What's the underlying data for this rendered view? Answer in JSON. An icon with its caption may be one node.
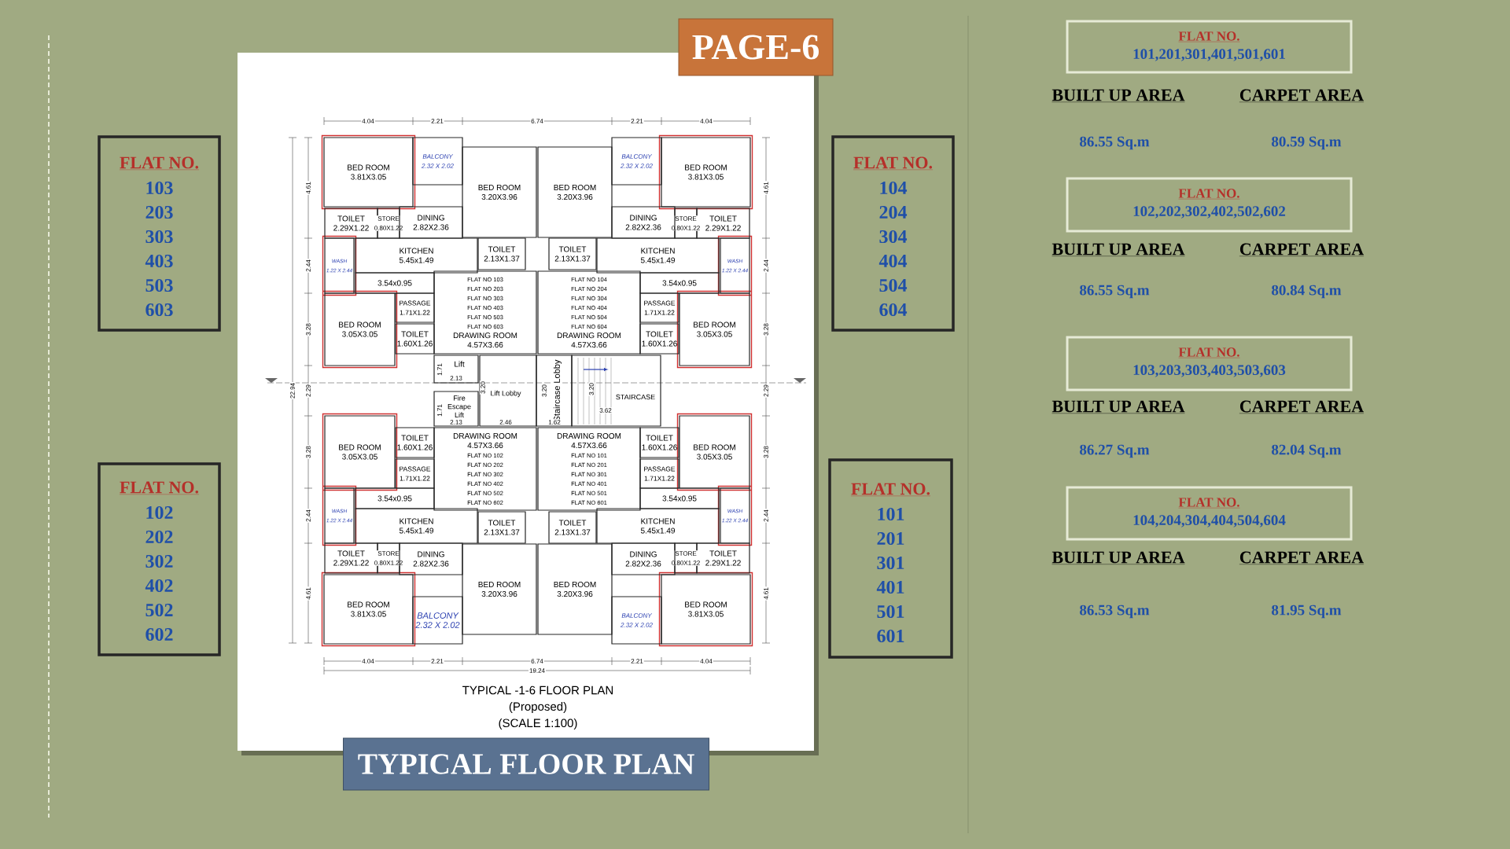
{
  "diagram": {
    "title": "TYPICAL FLOOR PLAN",
    "nodes": [
      {
        "text": [
          "FLAT NO.",
          "103",
          "203",
          "303",
          "403",
          "503",
          "603"
        ]
      },
      {
        "text": [
          "FLAT NO.",
          "102",
          "202",
          "302",
          "402",
          "502",
          "602"
        ]
      },
      {
        "text": [
          "FLAT NO.",
          "104",
          "204",
          "304",
          "404",
          "504",
          "604"
        ]
      },
      {
        "text": [
          "FLAT NO.",
          "101",
          "201",
          "301",
          "401",
          "501",
          "601"
        ]
      },
      {
        "text": [
          "FLAT NO.",
          "101,201,301,401,501,601"
        ],
        "beside": [
          "BUILT UP AREA",
          "CARPET AREA",
          "86.55 Sq.m",
          "80.59 Sq.m"
        ]
      },
      {
        "text": [
          "FLAT NO.",
          "102,202,302,402,502,602"
        ],
        "beside": [
          "BUILT UP AREA",
          "CARPET AREA",
          "86.55 Sq.m",
          "80.84 Sq.m"
        ]
      },
      {
        "text": [
          "FLAT NO.",
          "103,203,303,403,503,603"
        ],
        "beside": [
          "BUILT UP AREA",
          "CARPET AREA",
          "86.27 Sq.m",
          "82.04 Sq.m"
        ]
      },
      {
        "text": [
          "FLAT NO.",
          "104,204,304,404,504,604"
        ],
        "beside": [
          "BUILT UP AREA",
          "CARPET AREA",
          "86.53 Sq.m",
          "81.95 Sq.m"
        ]
      },
      {
        "text": [
          "BED ROOM",
          "3.81X3.05"
        ]
      },
      {
        "text": [
          "BALCONY",
          "2.32 X 2.02"
        ]
      },
      {
        "text": [
          "BED ROOM",
          "3.20X3.96"
        ]
      },
      {
        "text": [
          "TOILET",
          "2.29X1.22"
        ]
      },
      {
        "text": [
          "STORE",
          "0.80X1.22"
        ]
      },
      {
        "text": [
          "DINING",
          "2.82X2.36"
        ]
      },
      {
        "text": [
          "WASH",
          "1.22 X 2.44"
        ]
      },
      {
        "text": [
          "KITCHEN",
          "5.45x1.49"
        ]
      },
      {
        "text": [
          "TOILET",
          "2.13X1.37"
        ]
      },
      {
        "text": [
          "3.54x0.95"
        ]
      },
      {
        "text": [
          "BED ROOM",
          "3.05X3.05"
        ]
      },
      {
        "text": [
          "PASSAGE",
          "1.71X1.22"
        ]
      },
      {
        "text": [
          "TOILET",
          "1.60X1.26"
        ]
      },
      {
        "text": [
          "FLAT NO 103",
          "FLAT NO 203",
          "FLAT NO 303",
          "FLAT NO 403",
          "FLAT NO 503",
          "FLAT NO 603",
          "DRAWING ROOM",
          "4.57X3.66"
        ]
      },
      {
        "text": [
          "BED ROOM",
          "3.81X3.05"
        ]
      },
      {
        "text": [
          "BALCONY",
          "2.32 X 2.02"
        ]
      },
      {
        "text": [
          "BED ROOM",
          "3.20X3.96"
        ]
      },
      {
        "text": [
          "TOILET",
          "2.29X1.22"
        ]
      },
      {
        "text": [
          "STORE",
          "0.80X1.22"
        ]
      },
      {
        "text": [
          "DINING",
          "2.82X2.36"
        ]
      },
      {
        "text": [
          "WASH",
          "1.22 X 2.44"
        ]
      },
      {
        "text": [
          "KITCHEN",
          "5.45x1.49"
        ]
      },
      {
        "text": [
          "TOILET",
          "2.13X1.37"
        ]
      },
      {
        "text": [
          "3.54x0.95"
        ]
      },
      {
        "text": [
          "BED ROOM",
          "3.05X3.05"
        ]
      },
      {
        "text": [
          "PASSAGE",
          "1.71X1.22"
        ]
      },
      {
        "text": [
          "TOILET",
          "1.60X1.26"
        ]
      },
      {
        "text": [
          "FLAT NO 104",
          "FLAT NO 204",
          "FLAT NO 304",
          "FLAT NO 404",
          "FLAT NO 504",
          "FLAT NO 604",
          "DRAWING ROOM",
          "4.57X3.66"
        ]
      },
      {
        "text": [
          "Lift"
        ]
      },
      {
        "text": [
          "Fire Escape Lift"
        ]
      },
      {
        "text": [
          "Lift Lobby"
        ]
      },
      {
        "text": [
          "Staircase Lobby"
        ]
      },
      {
        "text": [
          "STAIRCASE"
        ]
      },
      {
        "text": [
          "BED ROOM",
          "3.81X3.05"
        ]
      },
      {
        "text": [
          "BALCONY",
          "2.32 X 2.02"
        ]
      },
      {
        "text": [
          "BED ROOM",
          "3.20X3.96"
        ]
      },
      {
        "text": [
          "TOILET",
          "2.29X1.22"
        ]
      },
      {
        "text": [
          "STORE",
          "0.80X1.22"
        ]
      },
      {
        "text": [
          "DINING",
          "2.82X2.36"
        ]
      },
      {
        "text": [
          "WASH",
          "1.22 X 2.44"
        ]
      },
      {
        "text": [
          "KITCHEN",
          "5.45x1.49"
        ]
      },
      {
        "text": [
          "TOILET",
          "2.13X1.37"
        ]
      },
      {
        "text": [
          "3.54x0.95"
        ]
      },
      {
        "text": [
          "BED ROOM",
          "3.05X3.05"
        ]
      },
      {
        "text": [
          "PASSAGE",
          "1.71X1.22"
        ]
      },
      {
        "text": [
          "TOILET",
          "1.60X1.26"
        ]
      },
      {
        "text": [
          "DRAWING ROOM",
          "4.57X3.66",
          "FLAT NO 102",
          "FLAT NO 202",
          "FLAT NO 302",
          "FLAT NO 402",
          "FLAT NO 502",
          "FLAT NO 602"
        ]
      },
      {
        "text": [
          "BED ROOM",
          "3.81X3.05"
        ]
      },
      {
        "text": [
          "BALCONY",
          "2.32 X 2.02"
        ]
      },
      {
        "text": [
          "BED ROOM",
          "3.20X3.96"
        ]
      },
      {
        "text": [
          "TOILET",
          "2.29X1.22"
        ]
      },
      {
        "text": [
          "STORE",
          "0.80X1.22"
        ]
      },
      {
        "text": [
          "DINING",
          "2.82X2.36"
        ]
      },
      {
        "text": [
          "WASH",
          "1.22 X 2.44"
        ]
      },
      {
        "text": [
          "KITCHEN",
          "5.45x1.49"
        ]
      },
      {
        "text": [
          "TOILET",
          "2.13X1.37"
        ]
      },
      {
        "text": [
          "3.54x0.95"
        ]
      },
      {
        "text": [
          "BED ROOM",
          "3.05X3.05"
        ]
      },
      {
        "text": [
          "PASSAGE",
          "1.71X1.22"
        ]
      },
      {
        "text": [
          "TOILET",
          "1.60X1.26"
        ]
      },
      {
        "text": [
          "DRAWING ROOM",
          "4.57X3.66",
          "FLAT NO 101",
          "FLAT NO 201",
          "FLAT NO 301",
          "FLAT NO 401",
          "FLAT NO 501",
          "FLAT NO 601"
        ]
      }
    ],
    "labels": [
      "PAGE-6",
      "4.04",
      "2.21",
      "6.74",
      "2.21",
      "4.04",
      "4.61",
      "2.44",
      "3.28",
      "22.94",
      "2.29",
      "3.28",
      "2.44",
      "4.61",
      "4.61",
      "2.44",
      "3.28",
      "2.29",
      "3.28",
      "2.44",
      "4.61",
      "1.71",
      "2.13",
      "1.71",
      "2.13",
      "3.20",
      "2.46",
      "3.20",
      "1.62",
      "3.20",
      "3.62",
      "4.04",
      "2.21",
      "6.74",
      "2.21",
      "4.04",
      "19.24",
      "TYPICAL -1-6 FLOOR PLAN",
      "(Proposed)",
      "(SCALE 1:100)"
    ]
  }
}
